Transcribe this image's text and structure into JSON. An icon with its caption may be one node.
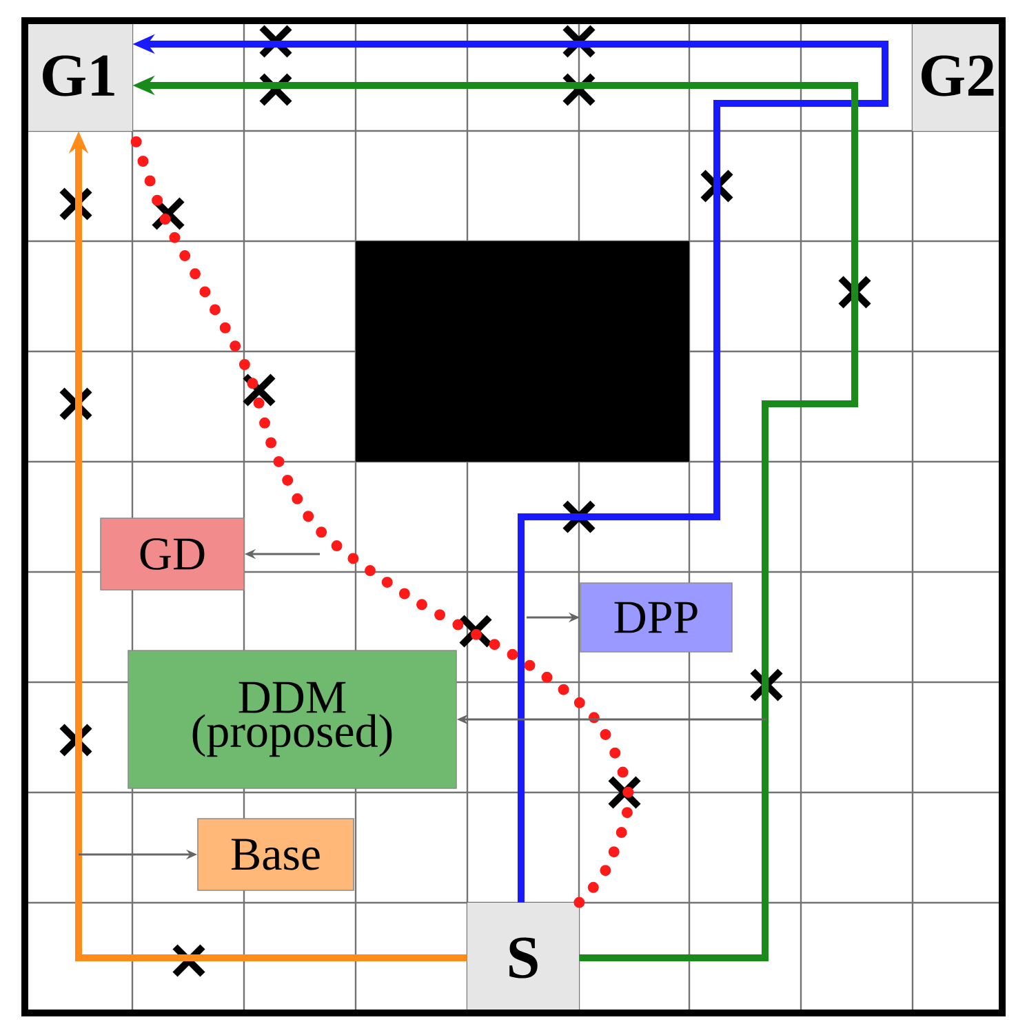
{
  "diagram": {
    "nodes": [
      {
        "text": [
          "G1"
        ]
      },
      {
        "text": [
          "G2"
        ]
      },
      {
        "text": [
          "GD"
        ]
      },
      {
        "text": [
          "DPP"
        ]
      },
      {
        "text": [
          "DDM (proposed)"
        ]
      },
      {
        "text": [
          "Base"
        ]
      },
      {
        "text": [
          "S"
        ]
      }
    ],
    "edges": [
      {
        "from": 6,
        "to": 0,
        "arrow": "to",
        "color": "#ff8c1a",
        "style": "thick"
      },
      {
        "from": 6,
        "to": 0,
        "arrow": "to",
        "color": "#1a1aff",
        "style": "thick"
      },
      {
        "from": 6,
        "to": 0,
        "arrow": "to",
        "color": "#1a8a1a",
        "style": "thick"
      },
      {
        "from": 6,
        "to": 0,
        "arrow": "none",
        "color": "#ff1a1a",
        "style": "dashed"
      },
      {
        "from": null,
        "to": 2,
        "arrow": "to",
        "color": "#666666"
      },
      {
        "from": null,
        "to": 3,
        "arrow": "to",
        "color": "#666666"
      },
      {
        "from": null,
        "to": 4,
        "arrow": "to",
        "color": "#666666"
      },
      {
        "from": null,
        "to": 5,
        "arrow": "to",
        "color": "#666666"
      }
    ]
  }
}
